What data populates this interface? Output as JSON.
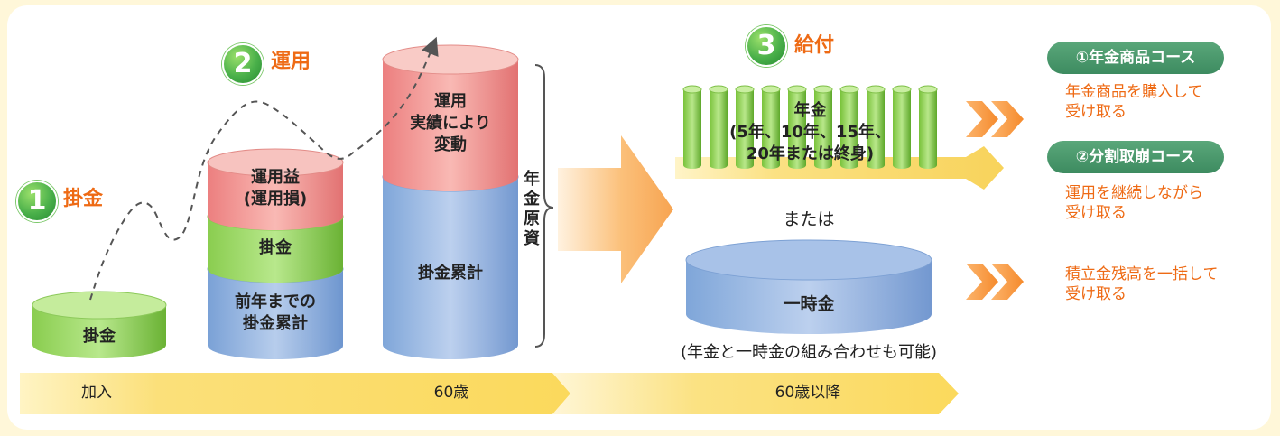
{
  "steps": {
    "step1": {
      "number": "1",
      "label": "掛金"
    },
    "step2": {
      "number": "2",
      "label": "運用"
    },
    "step3": {
      "number": "3",
      "label": "給付"
    }
  },
  "cylinders": {
    "initial": "掛金",
    "col2": {
      "top_line1": "運用益",
      "top_line2": "(運用損)",
      "middle": "掛金",
      "bottom_line1": "前年までの",
      "bottom_line2": "掛金累計"
    },
    "col3": {
      "top_line1": "運用",
      "top_line2": "実績により",
      "top_line3": "変動",
      "bottom": "掛金累計"
    }
  },
  "fund_label_chars": [
    "年",
    "金",
    "原",
    "資"
  ],
  "pension": {
    "line1": "年金",
    "line2": "(5年、10年、15年、",
    "line3": "20年または終身)"
  },
  "or_text": "または",
  "lump_sum": "一時金",
  "combo_note": "(年金と一時金の組み合わせも可能)",
  "courses": [
    {
      "title": "①年金商品コース",
      "desc_line1": "年金商品を購入して",
      "desc_line2": "受け取る"
    },
    {
      "title": "②分割取崩コース",
      "desc_line1": "運用を継続しながら",
      "desc_line2": "受け取る"
    }
  ],
  "lump_desc": {
    "line1": "積立金残高を一括して",
    "line2": "受け取る"
  },
  "timeline": {
    "join": "加入",
    "age60": "60歳",
    "after60": "60歳以降"
  },
  "colors": {
    "accent_orange": "#ee6a14",
    "green": "#7cc83a",
    "pink": "#f08c8c",
    "blue": "#8aaedc",
    "course_green": "#4a9a6c",
    "timeline_yellow": "#fbe27a"
  }
}
